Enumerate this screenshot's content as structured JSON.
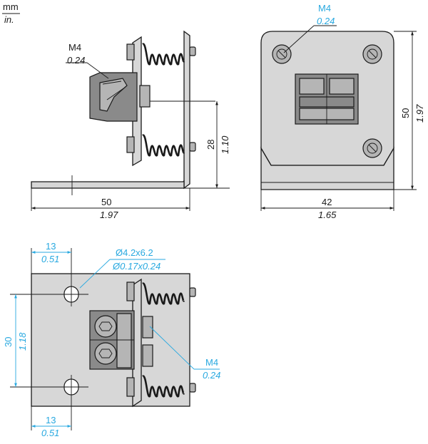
{
  "units": {
    "primary": "mm",
    "secondary": "in."
  },
  "side_view": {
    "screw_label": {
      "metric": "M4",
      "inch": "0.24"
    },
    "height_dim": {
      "metric": "28",
      "inch": "1.10"
    },
    "width_dim": {
      "metric": "50",
      "inch": "1.97"
    }
  },
  "front_view": {
    "screw_label": {
      "metric": "M4",
      "inch": "0.24"
    },
    "height_dim": {
      "metric": "50",
      "inch": "1.97"
    },
    "width_dim": {
      "metric": "42",
      "inch": "1.65"
    }
  },
  "top_view": {
    "top_offset_dim": {
      "metric": "13",
      "inch": "0.51"
    },
    "bottom_offset_dim": {
      "metric": "13",
      "inch": "0.51"
    },
    "slot_dim": {
      "metric": "Ø4.2x6.2",
      "inch": "Ø0.17x0.24"
    },
    "height_dim": {
      "metric": "30",
      "inch": "1.18"
    },
    "screw_label": {
      "metric": "M4",
      "inch": "0.24"
    }
  },
  "colors": {
    "ink": "#1a1a1a",
    "accent": "#29a9e0",
    "part_fill": "#d7d7d7"
  }
}
